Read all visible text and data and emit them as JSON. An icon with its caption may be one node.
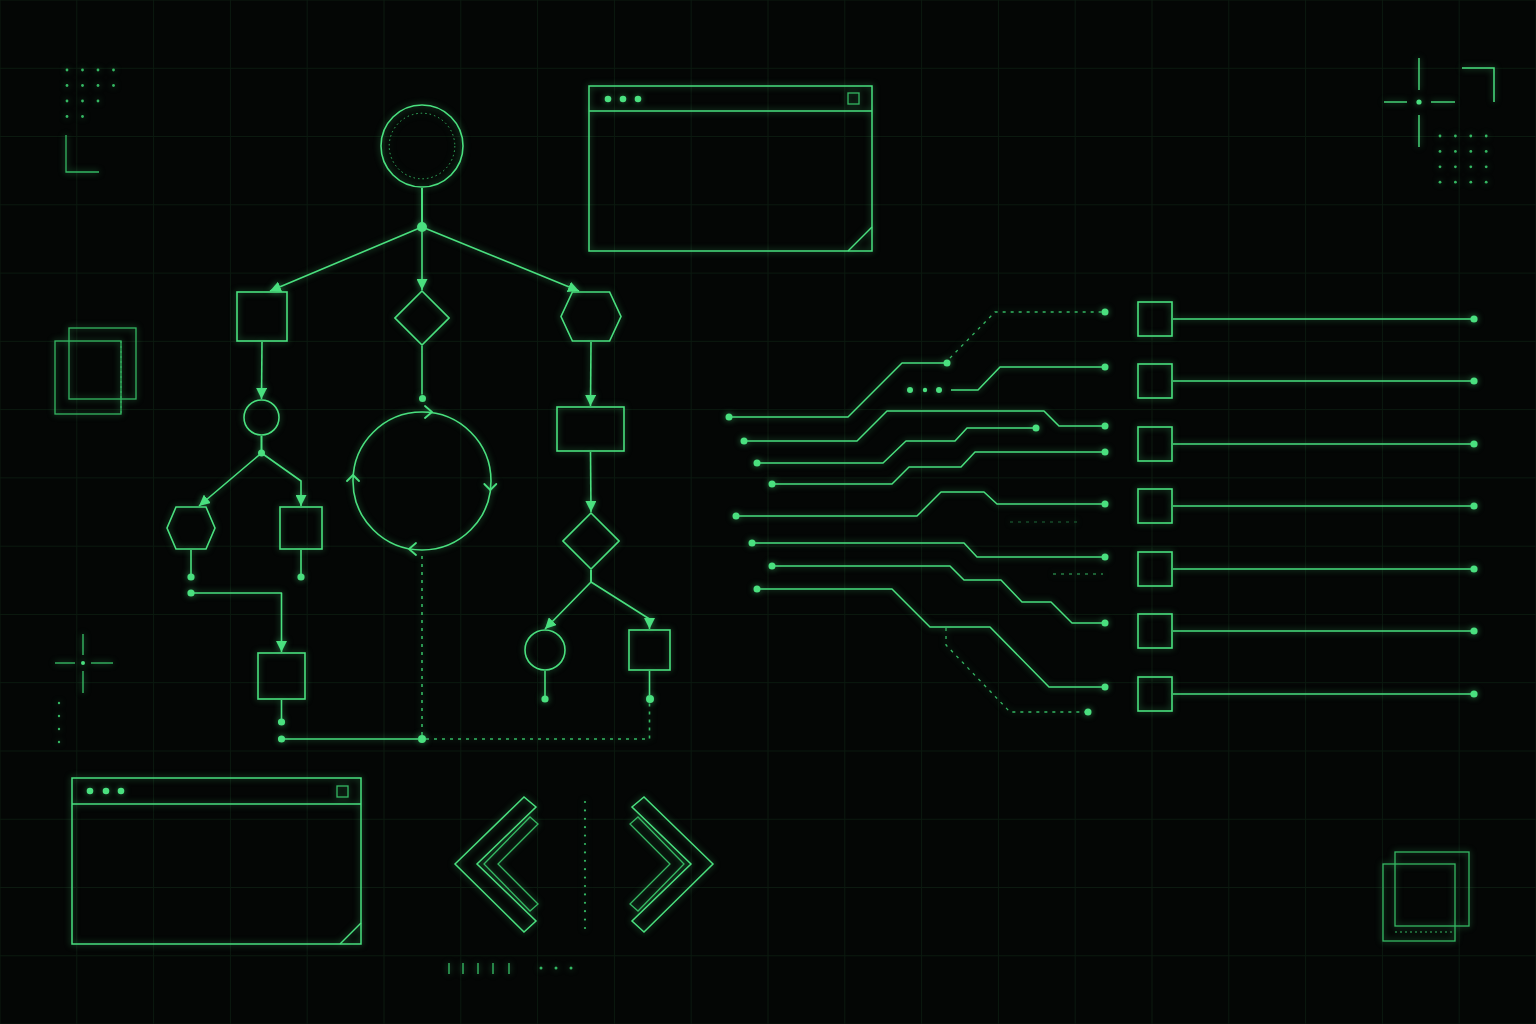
{
  "diagram": {
    "nodes": [
      {
        "text": [],
        "shape": "circle"
      },
      {
        "text": [],
        "shape": "box"
      },
      {
        "text": [],
        "shape": "diamond"
      },
      {
        "text": [],
        "shape": "hexagon"
      },
      {
        "text": [],
        "shape": "circle"
      },
      {
        "text": [],
        "shape": "circle"
      },
      {
        "text": [],
        "shape": "box"
      },
      {
        "text": [],
        "shape": "hexagon"
      },
      {
        "text": [],
        "shape": "box"
      },
      {
        "text": [],
        "shape": "box"
      },
      {
        "text": [],
        "shape": "diamond"
      },
      {
        "text": [],
        "shape": "circle"
      },
      {
        "text": [],
        "shape": "box"
      },
      {
        "text": [],
        "shape": "circle"
      },
      {
        "text": [],
        "shape": "box"
      },
      {
        "text": [],
        "shape": "box"
      },
      {
        "text": [],
        "shape": "box"
      },
      {
        "text": [],
        "shape": "box"
      },
      {
        "text": [],
        "shape": "box"
      },
      {
        "text": [],
        "shape": "box"
      },
      {
        "text": [],
        "shape": "box"
      },
      {
        "text": [],
        "shape": "circle"
      },
      {
        "text": [],
        "shape": "circle"
      }
    ],
    "edges": [
      {
        "from": 0,
        "to": 1,
        "arrow": "to"
      },
      {
        "from": 0,
        "to": 2,
        "arrow": "to"
      },
      {
        "from": 0,
        "to": 3,
        "arrow": "to"
      },
      {
        "from": 1,
        "to": 4,
        "arrow": "to"
      },
      {
        "from": 2,
        "to": 22,
        "arrow": "none"
      },
      {
        "from": 3,
        "to": 6,
        "arrow": "to"
      },
      {
        "from": 4,
        "to": 7,
        "arrow": "to"
      },
      {
        "from": 4,
        "to": 8,
        "arrow": "to"
      },
      {
        "from": 6,
        "to": 10,
        "arrow": "to"
      },
      {
        "from": 10,
        "to": 11,
        "arrow": "to"
      },
      {
        "from": 10,
        "to": 12,
        "arrow": "to"
      },
      {
        "from": 7,
        "to": null,
        "arrow": "other"
      },
      {
        "from": 8,
        "to": null,
        "arrow": "other"
      },
      {
        "from": null,
        "to": 9,
        "arrow": "to"
      },
      {
        "from": 9,
        "to": null,
        "arrow": "other"
      },
      {
        "from": 11,
        "to": null,
        "arrow": "other"
      },
      {
        "from": 12,
        "to": 21,
        "arrow": "none"
      },
      {
        "from": 13,
        "to": null,
        "arrow": "other"
      },
      {
        "from": 13,
        "to": 5,
        "arrow": "none",
        "style": "dashed"
      },
      {
        "from": 13,
        "to": 21,
        "arrow": "none",
        "style": "dashed"
      },
      {
        "from": 14,
        "to": null,
        "arrow": "other"
      },
      {
        "from": 15,
        "to": null,
        "arrow": "other"
      },
      {
        "from": 16,
        "to": null,
        "arrow": "other"
      },
      {
        "from": 17,
        "to": null,
        "arrow": "other"
      },
      {
        "from": 18,
        "to": null,
        "arrow": "other"
      },
      {
        "from": 19,
        "to": null,
        "arrow": "other"
      },
      {
        "from": 20,
        "to": null,
        "arrow": "other"
      }
    ]
  }
}
